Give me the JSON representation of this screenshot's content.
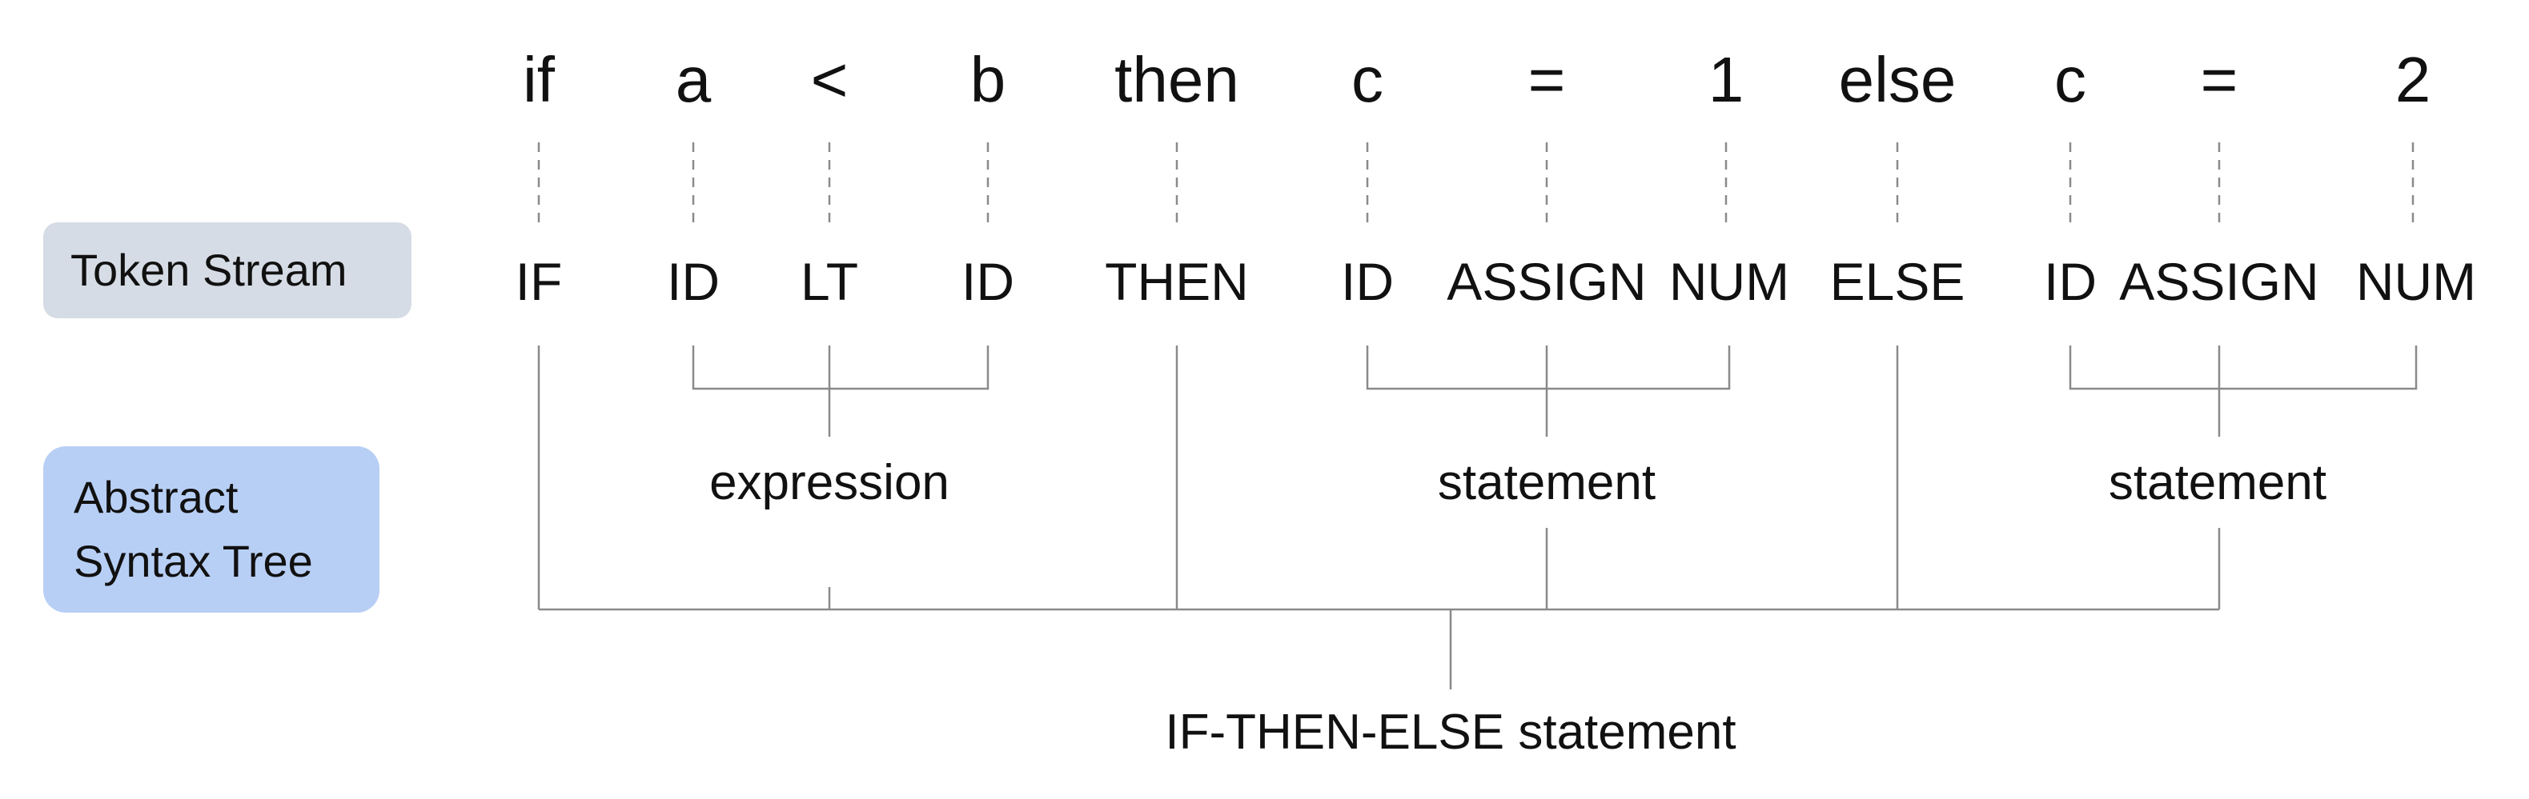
{
  "labels": {
    "token_stream": "Token Stream",
    "ast_line1": "Abstract",
    "ast_line2": "Syntax Tree"
  },
  "source_tokens": [
    "if",
    "a",
    "<",
    "b",
    "then",
    "c",
    "=",
    "1",
    "else",
    "c",
    "=",
    "2"
  ],
  "lexer_tokens": [
    "IF",
    "ID",
    "LT",
    "ID",
    "THEN",
    "ID",
    "ASSIGN",
    "NUM",
    "ELSE",
    "ID",
    "ASSIGN",
    "NUM"
  ],
  "nodes": {
    "expression": "expression",
    "statement_then": "statement",
    "statement_else": "statement",
    "root": "IF-THEN-ELSE statement"
  },
  "colors": {
    "token_stream_box": "#d6dce5",
    "ast_box": "#b8cff5",
    "line": "#8a8a8a"
  }
}
